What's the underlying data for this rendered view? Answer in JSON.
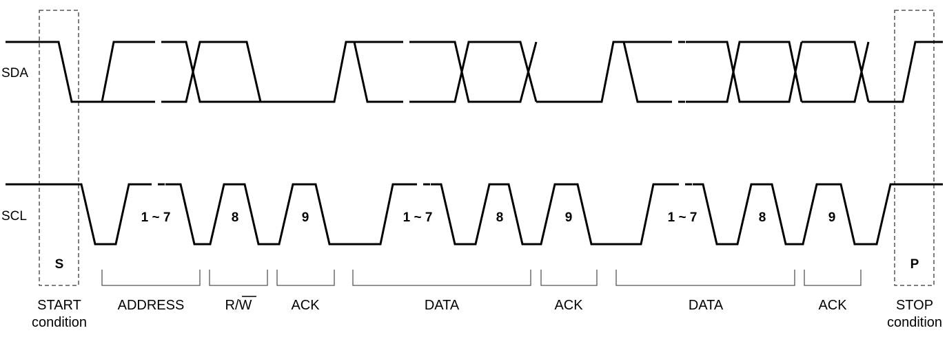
{
  "signals": {
    "sda": "SDA",
    "scl": "SCL"
  },
  "markers": {
    "start": "S",
    "stop": "P"
  },
  "clock_labels": {
    "b1": "1 ~ 7",
    "b1_8": "8",
    "b1_9": "9",
    "b2": "1 ~ 7",
    "b2_8": "8",
    "b2_9": "9",
    "b3": "1 ~ 7",
    "b3_8": "8",
    "b3_9": "9"
  },
  "sections": {
    "start": [
      "START",
      "condition"
    ],
    "address": "ADDRESS",
    "rw_r": "R/",
    "rw_w": "W",
    "ack1": "ACK",
    "data1": "DATA",
    "ack2": "ACK",
    "data2": "DATA",
    "ack3": "ACK",
    "stop": [
      "STOP",
      "condition"
    ]
  }
}
